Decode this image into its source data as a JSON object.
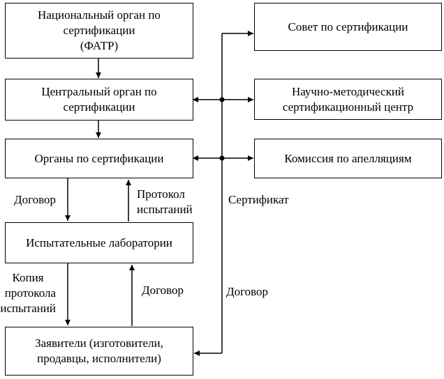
{
  "boxes": {
    "national": [
      "Национальный орган по",
      "сертификации",
      "(ФАТР)"
    ],
    "central": [
      "Центральный орган по",
      "сертификации"
    ],
    "bodies": [
      "Органы по сертификации"
    ],
    "labs": [
      "Испытательные лаборатории"
    ],
    "applicants": [
      "Заявители (изготовители,",
      "продавцы, исполнители)"
    ],
    "council": [
      "Совет по сертификации"
    ],
    "scientific": [
      "Научно-методический",
      "сертификационный центр"
    ],
    "appeals": [
      "Комиссия по апелляциям"
    ]
  },
  "labels": {
    "contract_left_top": "Договор",
    "protocol": [
      "Протокол",
      "испытаний"
    ],
    "certificate": "Сертификат",
    "protocol_copy": [
      "Копия",
      "протокола",
      "испытаний"
    ],
    "contract_mid": "Договор",
    "contract_right": "Договор"
  }
}
